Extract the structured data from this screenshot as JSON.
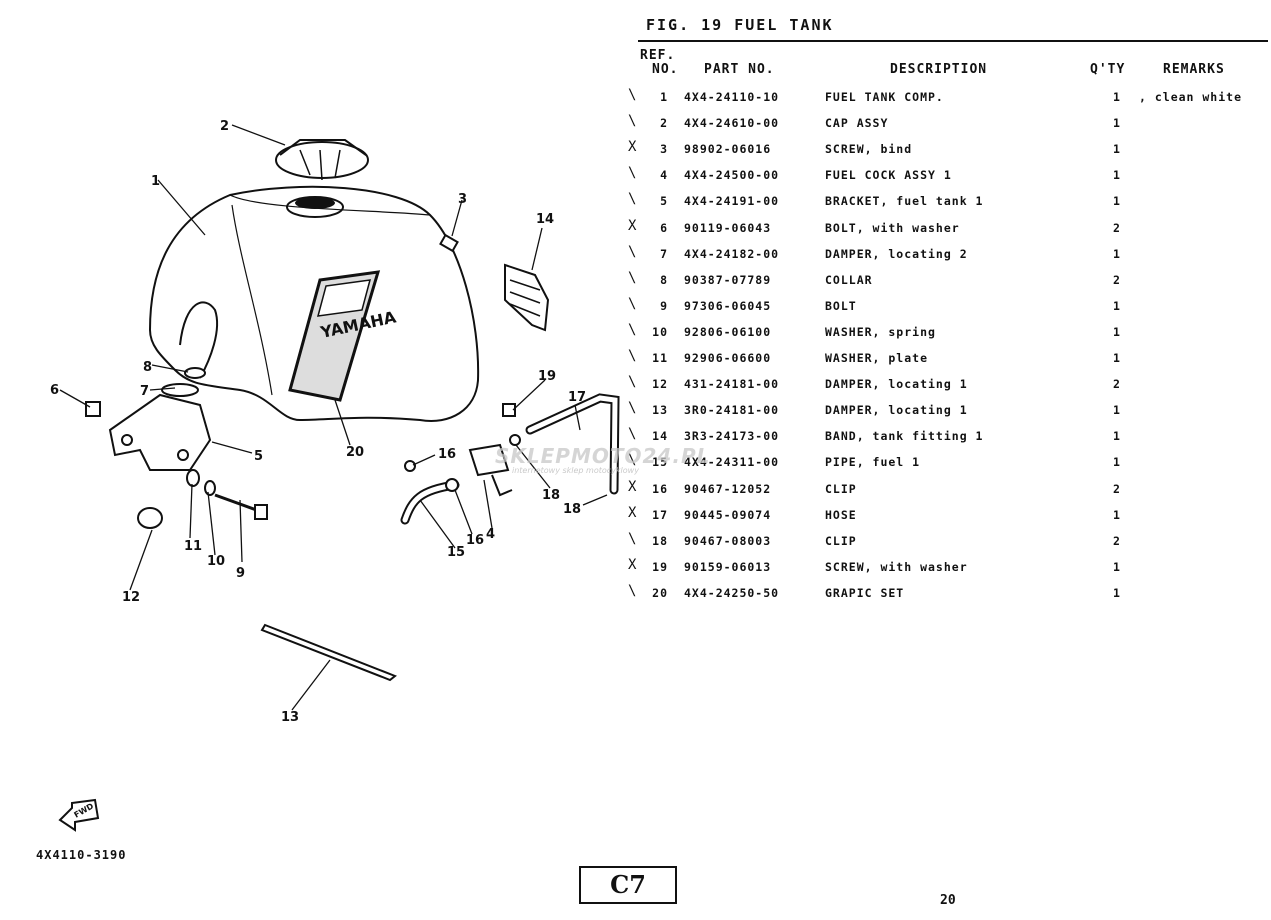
{
  "figure": {
    "title": "FIG. 19  FUEL TANK"
  },
  "table_header": {
    "ref_line1": "REF.",
    "ref_line2": "NO.",
    "part_no": "PART NO.",
    "description": "DESCRIPTION",
    "qty": "Q'TY",
    "remarks": "REMARKS"
  },
  "parts": [
    {
      "mark": "\\",
      "ref": "1",
      "part_no": "4X4-24110-10",
      "description": "FUEL TANK COMP.",
      "qty": "1",
      "remarks": ", clean white"
    },
    {
      "mark": "\\",
      "ref": "2",
      "part_no": "4X4-24610-00",
      "description": "CAP ASSY",
      "qty": "1",
      "remarks": ""
    },
    {
      "mark": "X",
      "ref": "3",
      "part_no": "98902-06016",
      "description": "SCREW, bind",
      "qty": "1",
      "remarks": ""
    },
    {
      "mark": "\\",
      "ref": "4",
      "part_no": "4X4-24500-00",
      "description": "FUEL COCK ASSY 1",
      "qty": "1",
      "remarks": ""
    },
    {
      "mark": "\\",
      "ref": "5",
      "part_no": "4X4-24191-00",
      "description": "BRACKET, fuel tank 1",
      "qty": "1",
      "remarks": ""
    },
    {
      "mark": "X",
      "ref": "6",
      "part_no": "90119-06043",
      "description": "BOLT, with washer",
      "qty": "2",
      "remarks": ""
    },
    {
      "mark": "\\",
      "ref": "7",
      "part_no": "4X4-24182-00",
      "description": "DAMPER, locating 2",
      "qty": "1",
      "remarks": ""
    },
    {
      "mark": "\\",
      "ref": "8",
      "part_no": "90387-07789",
      "description": "COLLAR",
      "qty": "2",
      "remarks": ""
    },
    {
      "mark": "\\",
      "ref": "9",
      "part_no": "97306-06045",
      "description": "BOLT",
      "qty": "1",
      "remarks": ""
    },
    {
      "mark": "\\",
      "ref": "10",
      "part_no": "92806-06100",
      "description": "WASHER, spring",
      "qty": "1",
      "remarks": ""
    },
    {
      "mark": "\\",
      "ref": "11",
      "part_no": "92906-06600",
      "description": "WASHER, plate",
      "qty": "1",
      "remarks": ""
    },
    {
      "mark": "\\",
      "ref": "12",
      "part_no": "431-24181-00",
      "description": "DAMPER, locating 1",
      "qty": "2",
      "remarks": ""
    },
    {
      "mark": "\\",
      "ref": "13",
      "part_no": "3R0-24181-00",
      "description": "DAMPER, locating 1",
      "qty": "1",
      "remarks": ""
    },
    {
      "mark": "\\",
      "ref": "14",
      "part_no": "3R3-24173-00",
      "description": "BAND, tank fitting 1",
      "qty": "1",
      "remarks": ""
    },
    {
      "mark": "\\",
      "ref": "15",
      "part_no": "4X4-24311-00",
      "description": "PIPE, fuel 1",
      "qty": "1",
      "remarks": ""
    },
    {
      "mark": "X",
      "ref": "16",
      "part_no": "90467-12052",
      "description": "CLIP",
      "qty": "2",
      "remarks": ""
    },
    {
      "mark": "X",
      "ref": "17",
      "part_no": "90445-09074",
      "description": "HOSE",
      "qty": "1",
      "remarks": ""
    },
    {
      "mark": "\\",
      "ref": "18",
      "part_no": "90467-08003",
      "description": "CLIP",
      "qty": "2",
      "remarks": ""
    },
    {
      "mark": "X",
      "ref": "19",
      "part_no": "90159-06013",
      "description": "SCREW, with washer",
      "qty": "1",
      "remarks": ""
    },
    {
      "mark": "\\",
      "ref": "20",
      "part_no": "4X4-24250-50",
      "description": "GRAPIC SET",
      "qty": "1",
      "remarks": ""
    }
  ],
  "diagram": {
    "brand_text": "YAMAHA",
    "fwd_text": "FWD",
    "callouts": [
      "1",
      "2",
      "3",
      "4",
      "5",
      "6",
      "7",
      "8",
      "9",
      "10",
      "11",
      "12",
      "13",
      "14",
      "15",
      "16",
      "16",
      "17",
      "18",
      "18",
      "19",
      "20"
    ]
  },
  "watermark": {
    "text": "SKLEPMOTO24.PL",
    "sub": "internetowy sklep motocyklowy"
  },
  "footer": {
    "code": "4X4110-3190",
    "page_label": "C7",
    "page_number": "20"
  }
}
